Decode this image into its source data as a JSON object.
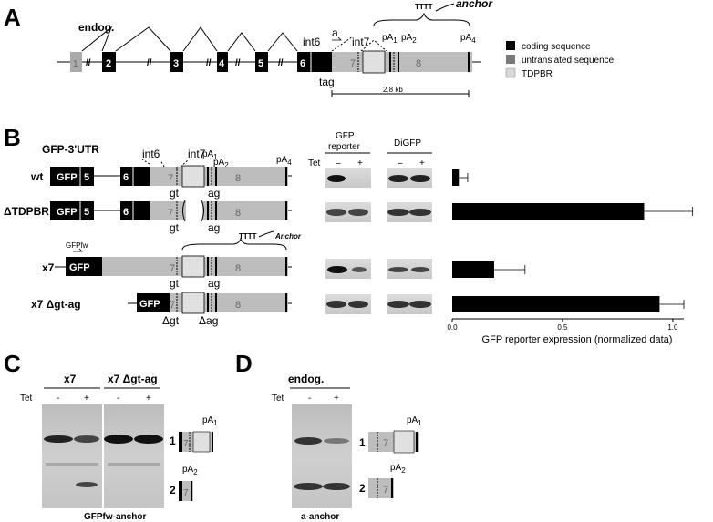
{
  "panels": {
    "A": "A",
    "B": "B",
    "C": "C",
    "D": "D"
  },
  "panelA": {
    "endog": "endog.",
    "exons": [
      "1",
      "2",
      "3",
      "4",
      "5",
      "6",
      "7",
      "8"
    ],
    "int6": "int6",
    "int7": "int7",
    "a": "a",
    "tag": "tag",
    "tttt": "TTTT",
    "anchor": "anchor",
    "pA1": "pA",
    "pA1_sub": "1",
    "pA2": "pA",
    "pA2_sub": "2",
    "pA4": "pA",
    "pA4_sub": "4",
    "scale": "2.8 kb",
    "legend": [
      {
        "label": "coding sequence",
        "color": "#000000"
      },
      {
        "label": "untranslated sequence",
        "color": "#7a7a7a"
      },
      {
        "label": "TDPBR",
        "color": "#d9d9d9"
      }
    ]
  },
  "panelB": {
    "construct_title": "GFP-3'UTR",
    "rows": [
      {
        "label": "wt"
      },
      {
        "label": "ΔTDPBR"
      },
      {
        "label": "x7"
      },
      {
        "label": "x7 Δgt-ag"
      }
    ],
    "gfp": "GFP",
    "ex5": "5",
    "ex6": "6",
    "ex7": "7",
    "ex8": "8",
    "gt": "gt",
    "ag": "ag",
    "dgt": "Δgt",
    "dag": "Δag",
    "int6": "int6",
    "int7": "int7",
    "gfpfw": "GFPfw",
    "tttt": "TTTT",
    "anchor": "Anchor",
    "pA1": "pA",
    "pA1_sub": "1",
    "pA2": "pA",
    "pA2_sub": "2",
    "pA4": "pA",
    "pA4_sub": "4",
    "blot_headers": {
      "gfp_reporter_1": "GFP",
      "gfp_reporter_2": "reporter",
      "digfp": "DiGFP"
    },
    "tet": "Tet",
    "minus": "–",
    "plus": "+"
  },
  "chart_data": {
    "type": "bar",
    "orientation": "horizontal",
    "categories": [
      "wt",
      "ΔTDPBR",
      "x7",
      "x7 Δgt-ag"
    ],
    "values": [
      0.03,
      0.87,
      0.19,
      0.94
    ],
    "errors": [
      0.04,
      0.22,
      0.14,
      0.11
    ],
    "xlabel": "GFP reporter expression (normalized data)",
    "xlim": [
      0,
      1.05
    ],
    "xticks": [
      "0.0",
      "0.5",
      "1.0"
    ],
    "bar_color": "#000000"
  },
  "panelC": {
    "group1": "x7",
    "group2": "x7 Δgt-ag",
    "tet": "Tet",
    "minus": "-",
    "plus": "+",
    "band1": "1",
    "band2": "2",
    "ex7": "7",
    "pA1": "pA",
    "pA1_sub": "1",
    "pA2": "pA",
    "pA2_sub": "2",
    "caption": "GFPfw-anchor"
  },
  "panelD": {
    "group": "endog.",
    "tet": "Tet",
    "minus": "-",
    "plus": "+",
    "band1": "1",
    "band2": "2",
    "ex7": "7",
    "pA1": "pA",
    "pA1_sub": "1",
    "pA2": "pA",
    "pA2_sub": "2",
    "caption": "a-anchor"
  }
}
